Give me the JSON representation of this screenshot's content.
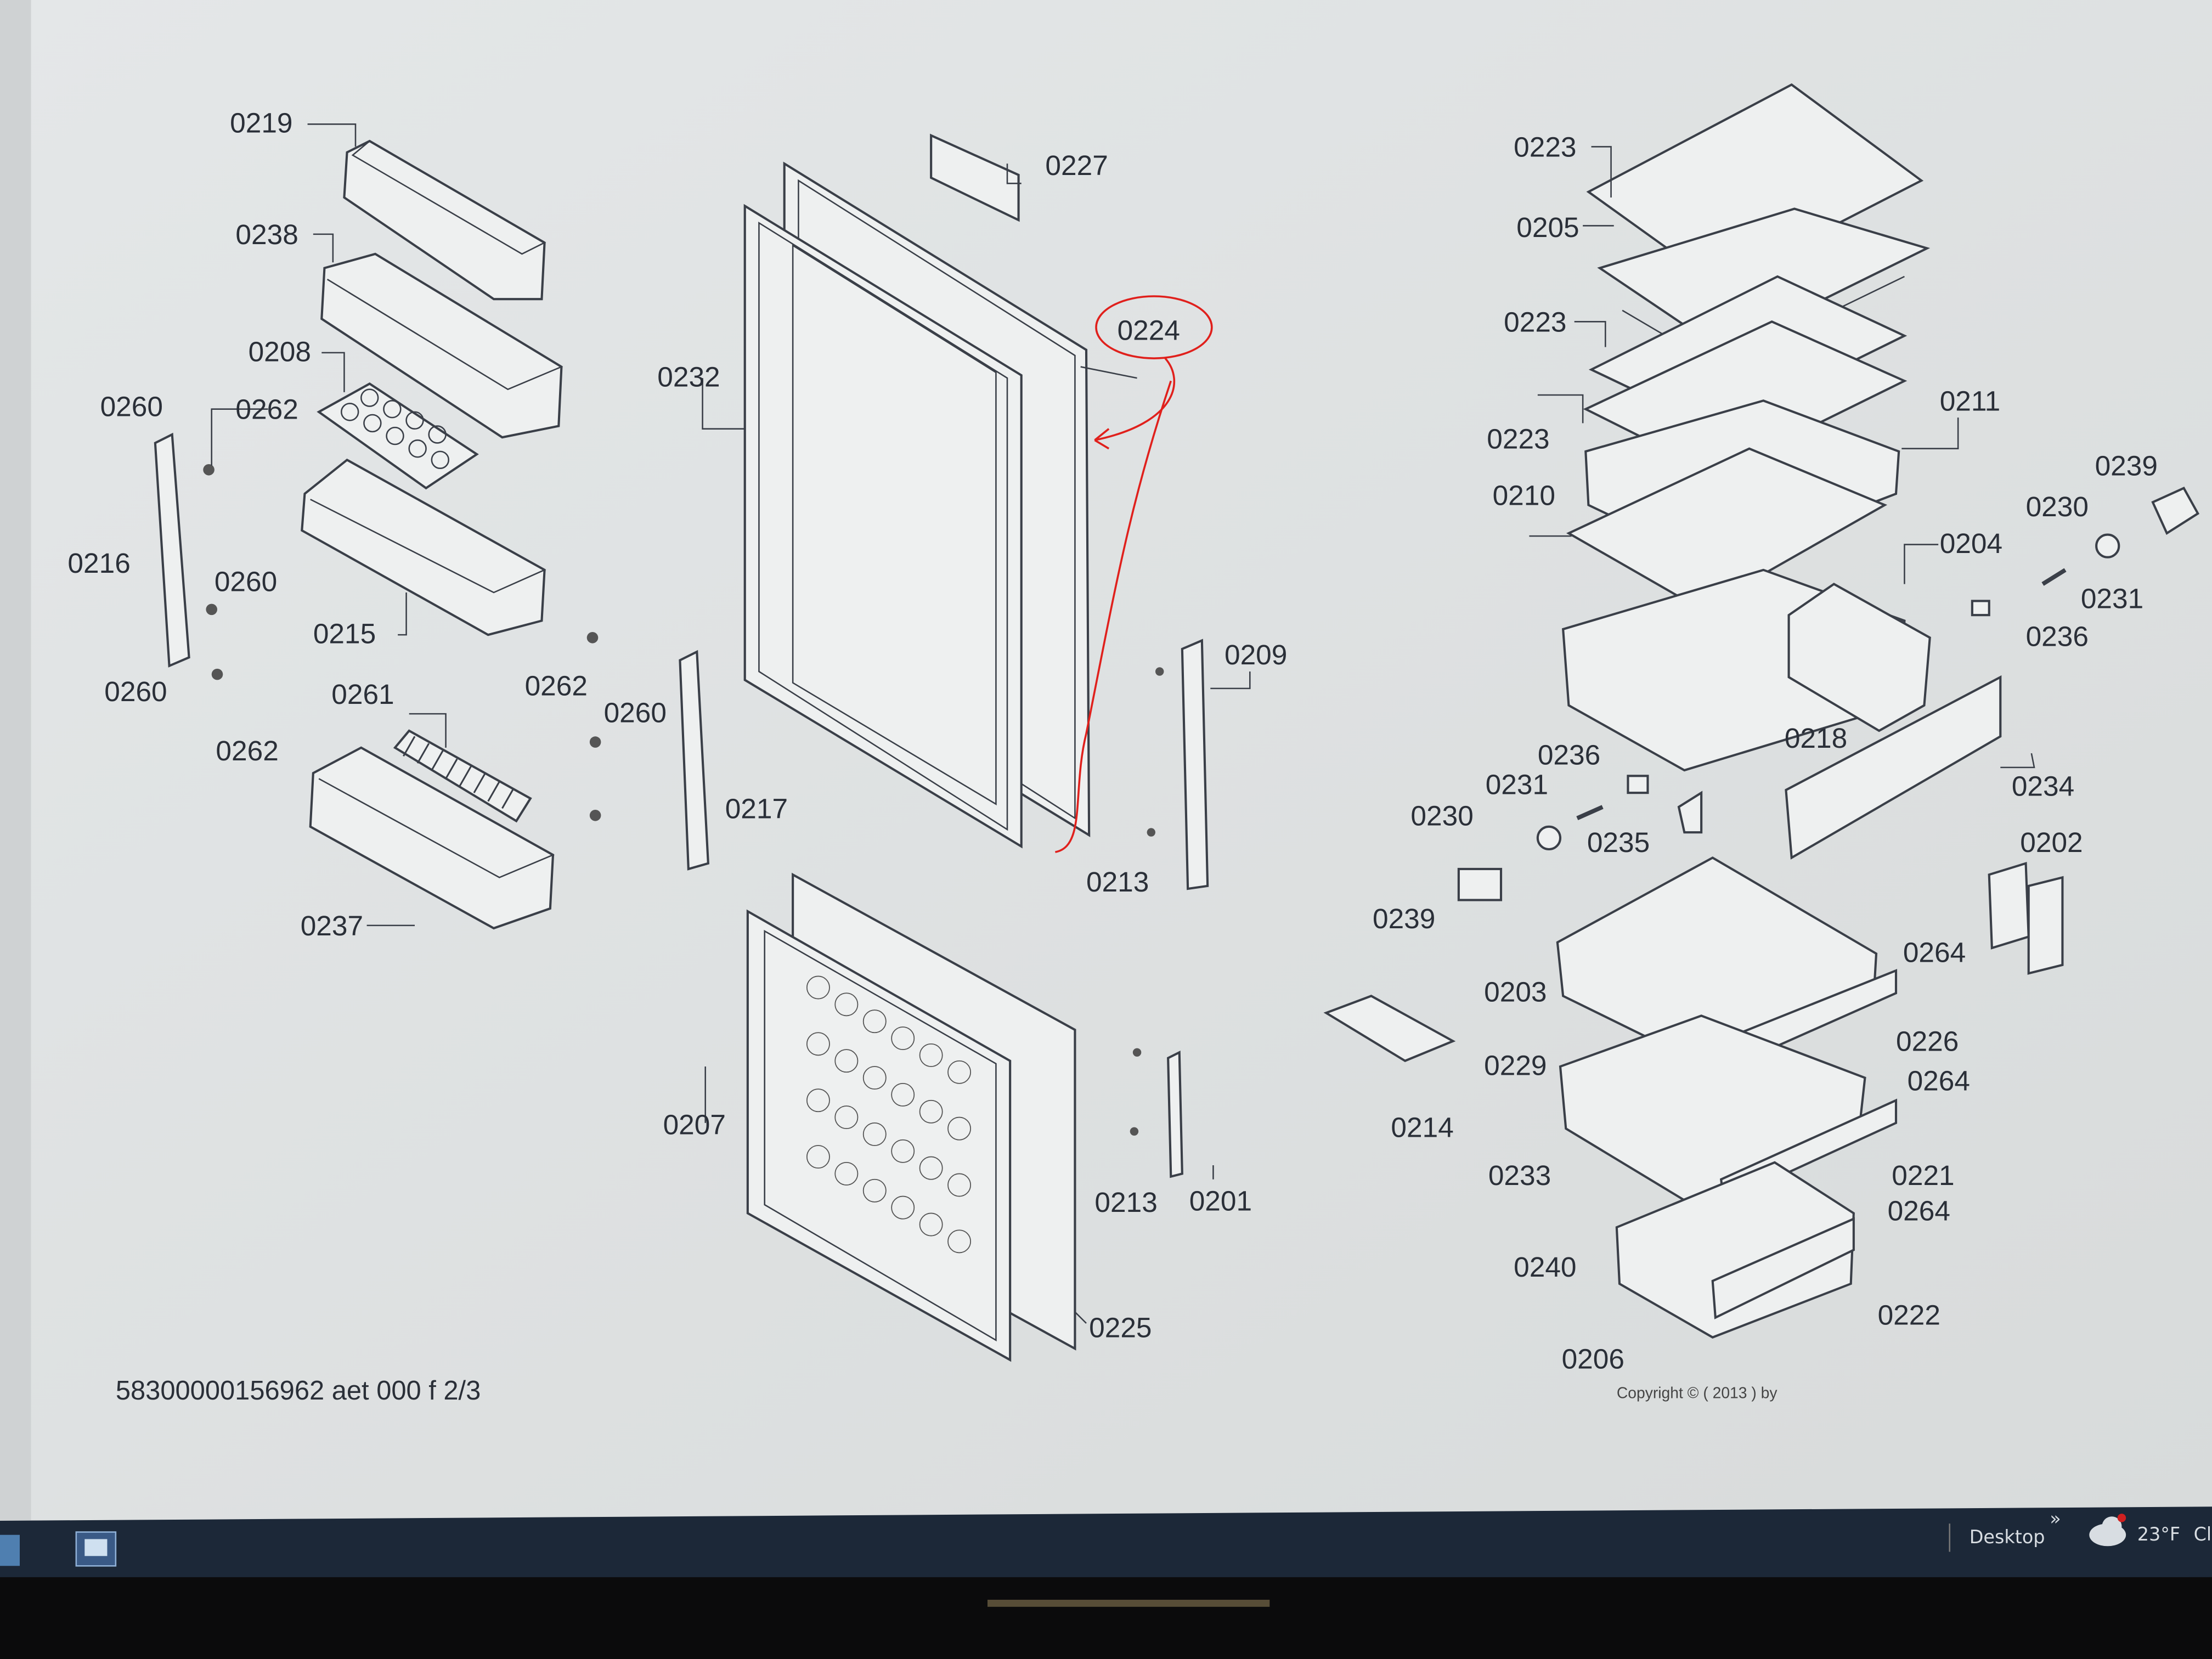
{
  "diagram": {
    "reference": "583000001569 62 aet 000 f 2/3",
    "copyright": "Copyright © ( 2013 ) by",
    "highlighted_callout": "0224",
    "annotation_color": "#e0201c",
    "callouts": [
      "0219",
      "0238",
      "0208",
      "0260",
      "0262",
      "0216",
      "0260",
      "0215",
      "0260",
      "0262",
      "0261",
      "0262",
      "0260",
      "0217",
      "0237",
      "0232",
      "0227",
      "0224",
      "0209",
      "0213",
      "0207",
      "0213",
      "0201",
      "0225",
      "0223",
      "0205",
      "0223",
      "0211",
      "0223",
      "0210",
      "0239",
      "0230",
      "0204",
      "0231",
      "0236",
      "0218",
      "0236",
      "0231",
      "0234",
      "0230",
      "0235",
      "0202",
      "0239",
      "0264",
      "0203",
      "0226",
      "0229",
      "0264",
      "0214",
      "0233",
      "0221",
      "0264",
      "0240",
      "0222",
      "0206"
    ]
  },
  "taskbar": {
    "desktop_label": "Desktop",
    "overflow_icon": "»",
    "weather_temp": "23°F",
    "weather_text": "Cl",
    "weather_icon": "cloud-icon"
  }
}
